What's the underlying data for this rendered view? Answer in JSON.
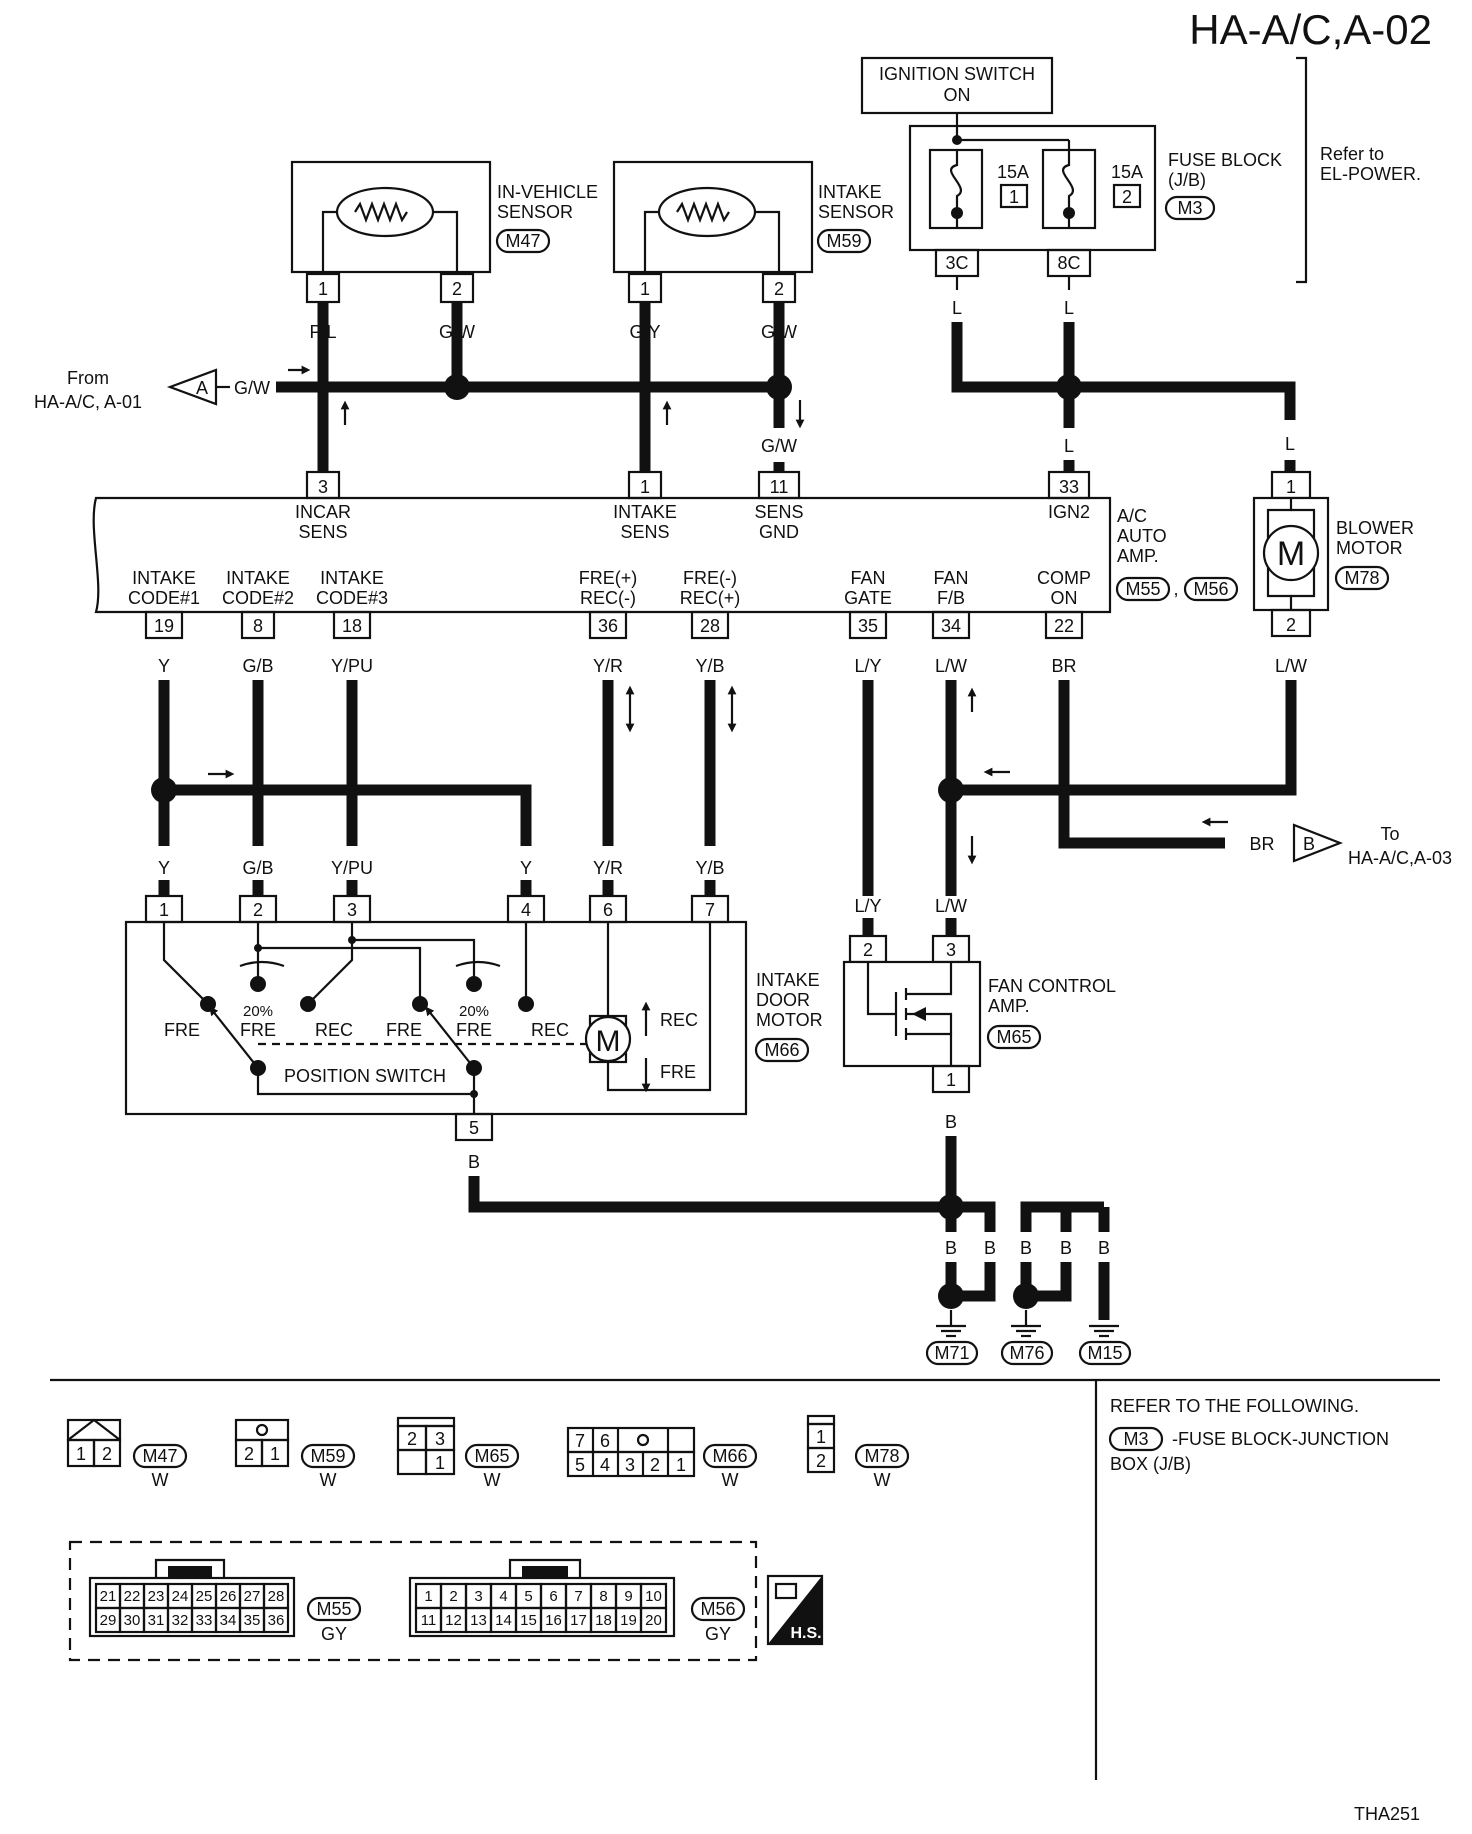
{
  "title": "HA-A/C,A-02",
  "code": "THA251",
  "ignition": {
    "line1": "IGNITION SWITCH",
    "line2": "ON"
  },
  "fuse_block": {
    "name": "FUSE BLOCK",
    "sub": "(J/B)",
    "conn": "M3",
    "fuses": [
      {
        "amp": "15A",
        "no": "1"
      },
      {
        "amp": "15A",
        "no": "2"
      }
    ],
    "terminals": [
      "3C",
      "8C"
    ],
    "refer": "Refer to",
    "refer2": "EL-POWER."
  },
  "in_vehicle_sensor": {
    "name1": "IN-VEHICLE",
    "name2": "SENSOR",
    "conn": "M47",
    "pins": [
      "1",
      "2"
    ],
    "wires": [
      "P/L",
      "G/W"
    ]
  },
  "intake_sensor": {
    "name1": "INTAKE",
    "name2": "SENSOR",
    "conn": "M59",
    "pins": [
      "1",
      "2"
    ],
    "wires": [
      "G/Y",
      "G/W"
    ]
  },
  "from_a": {
    "line1": "From",
    "line2": "HA-A/C, A-01",
    "letter": "A",
    "wire": "G/W"
  },
  "to_b": {
    "line1": "To",
    "line2": "HA-A/C,A-03",
    "letter": "B",
    "wire": "BR"
  },
  "sens_gnd_wire": "G/W",
  "fuse_wires": [
    "L",
    "L",
    "L",
    "L"
  ],
  "amp": {
    "name1": "A/C",
    "name2": "AUTO",
    "name3": "AMP.",
    "conns": [
      "M55",
      "M56"
    ],
    "sep": ",",
    "top_pins": [
      {
        "pin": "3",
        "l1": "INCAR",
        "l2": "SENS"
      },
      {
        "pin": "1",
        "l1": "INTAKE",
        "l2": "SENS"
      },
      {
        "pin": "11",
        "l1": "SENS",
        "l2": "GND"
      },
      {
        "pin": "33",
        "l1": "IGN2",
        "l2": ""
      }
    ],
    "bottom_pins": [
      {
        "pin": "19",
        "l1": "INTAKE",
        "l2": "CODE#1",
        "wire": "Y"
      },
      {
        "pin": "8",
        "l1": "INTAKE",
        "l2": "CODE#2",
        "wire": "G/B"
      },
      {
        "pin": "18",
        "l1": "INTAKE",
        "l2": "CODE#3",
        "wire": "Y/PU"
      },
      {
        "pin": "36",
        "l1": "FRE(+)",
        "l2": "REC(-)",
        "wire": "Y/R"
      },
      {
        "pin": "28",
        "l1": "FRE(-)",
        "l2": "REC(+)",
        "wire": "Y/B"
      },
      {
        "pin": "35",
        "l1": "FAN",
        "l2": "GATE",
        "wire": "L/Y"
      },
      {
        "pin": "34",
        "l1": "FAN",
        "l2": "F/B",
        "wire": "L/W"
      },
      {
        "pin": "22",
        "l1": "COMP",
        "l2": "ON",
        "wire": "BR"
      }
    ]
  },
  "blower_motor": {
    "name1": "BLOWER",
    "name2": "MOTOR",
    "conn": "M78",
    "pins": [
      "1",
      "2"
    ],
    "wire_out": "L/W",
    "symbol": "M"
  },
  "intake_door_motor": {
    "name1": "INTAKE",
    "name2": "DOOR",
    "name3": "MOTOR",
    "conn": "M66",
    "pins": [
      "1",
      "2",
      "3",
      "4",
      "6",
      "7",
      "5"
    ],
    "wires": [
      "Y",
      "G/B",
      "Y/PU",
      "Y",
      "Y/R",
      "Y/B"
    ],
    "gnd_wire": "B",
    "labels": {
      "fre": "FRE",
      "pct": "20%",
      "rec": "REC",
      "pos": "POSITION SWITCH",
      "m": "M"
    }
  },
  "fan_control_amp": {
    "name1": "FAN CONTROL",
    "name2": "AMP.",
    "conn": "M65",
    "pins": [
      "2",
      "3",
      "1"
    ],
    "wires": [
      "L/Y",
      "L/W",
      "B"
    ]
  },
  "grounds": {
    "wire": "B",
    "labels": [
      "M71",
      "M76",
      "M15"
    ]
  },
  "connector_views": [
    {
      "conn": "M47",
      "color": "W",
      "cells": [
        "1",
        "2"
      ]
    },
    {
      "conn": "M59",
      "color": "W",
      "cells": [
        "2",
        "1"
      ]
    },
    {
      "conn": "M65",
      "color": "W",
      "cells": [
        "2",
        "3",
        "1"
      ]
    },
    {
      "conn": "M66",
      "color": "W",
      "cells": [
        "7",
        "6",
        "5",
        "4",
        "3",
        "2",
        "1"
      ]
    },
    {
      "conn": "M78",
      "color": "W",
      "cells": [
        "1",
        "2"
      ]
    },
    {
      "conn": "M55",
      "color": "GY",
      "row1": [
        "21",
        "22",
        "23",
        "24",
        "25",
        "26",
        "27",
        "28"
      ],
      "row2": [
        "29",
        "30",
        "31",
        "32",
        "33",
        "34",
        "35",
        "36"
      ]
    },
    {
      "conn": "M56",
      "color": "GY",
      "row1": [
        "1",
        "2",
        "3",
        "4",
        "5",
        "6",
        "7",
        "8",
        "9",
        "10"
      ],
      "row2": [
        "11",
        "12",
        "13",
        "14",
        "15",
        "16",
        "17",
        "18",
        "19",
        "20"
      ]
    }
  ],
  "refer_box": {
    "line1": "REFER TO THE FOLLOWING.",
    "conn": "M3",
    "line2": "-FUSE BLOCK-JUNCTION",
    "line3": "BOX (J/B)"
  },
  "hs_label": "H.S."
}
